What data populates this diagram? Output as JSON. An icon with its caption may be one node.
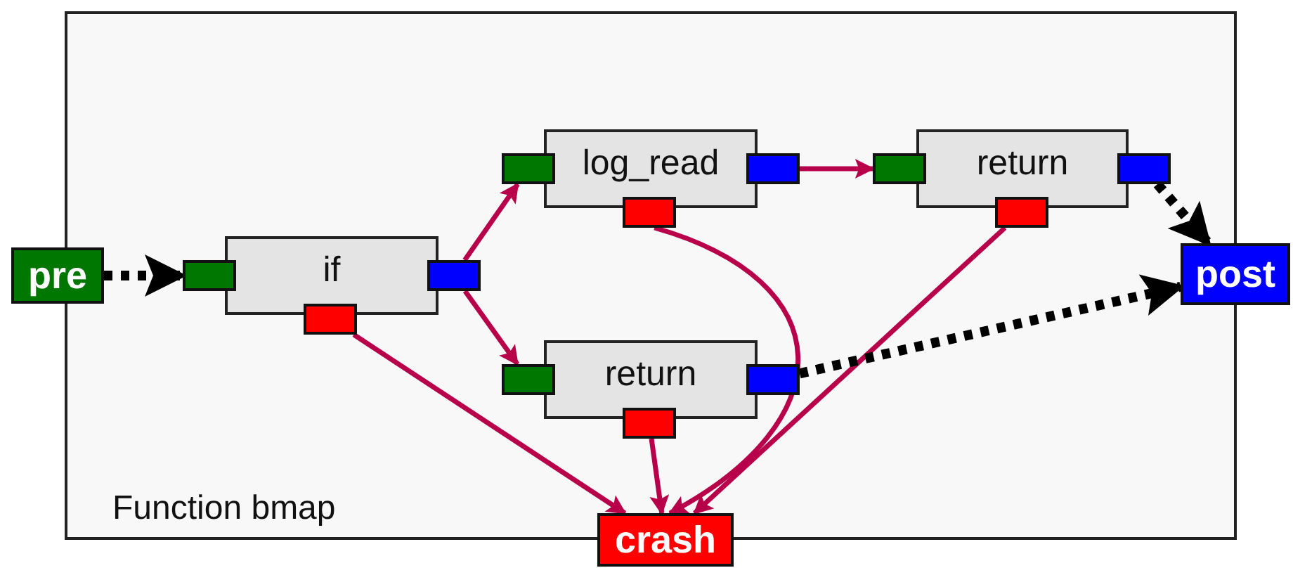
{
  "diagram": {
    "nodes": [
      {
        "text": [
          "Function bmap"
        ]
      },
      {
        "text": [
          "pre"
        ]
      },
      {
        "text": [
          "if"
        ],
        "in": 0
      },
      {
        "text": [],
        "shape": "box",
        "in": 0
      },
      {
        "text": [],
        "shape": "box",
        "in": 0
      },
      {
        "text": [],
        "shape": "box",
        "in": 0
      },
      {
        "text": [
          "log_read"
        ],
        "in": 0
      },
      {
        "text": [],
        "shape": "box",
        "in": 0
      },
      {
        "text": [],
        "shape": "box",
        "in": 0
      },
      {
        "text": [],
        "shape": "box",
        "in": 0
      },
      {
        "text": [
          "return"
        ],
        "in": 0
      },
      {
        "text": [],
        "shape": "box",
        "in": 0
      },
      {
        "text": [],
        "shape": "box",
        "in": 0
      },
      {
        "text": [],
        "shape": "box",
        "in": 0
      },
      {
        "text": [
          "return"
        ],
        "in": 0
      },
      {
        "text": [],
        "shape": "box",
        "in": 0
      },
      {
        "text": [],
        "shape": "box",
        "in": 0
      },
      {
        "text": [],
        "shape": "box",
        "in": 0
      },
      {
        "text": [
          "post"
        ]
      },
      {
        "text": [
          "crash"
        ]
      }
    ],
    "edges": [
      {
        "from": 1,
        "to": 3,
        "arrow": "to",
        "style": "dashed",
        "color": "#000000"
      },
      {
        "from": 4,
        "to": 7,
        "arrow": "to"
      },
      {
        "from": 4,
        "to": 15,
        "arrow": "to"
      },
      {
        "from": 5,
        "to": 19,
        "arrow": "to"
      },
      {
        "from": 8,
        "to": 11,
        "arrow": "to"
      },
      {
        "from": 9,
        "to": 19,
        "arrow": "to"
      },
      {
        "from": 13,
        "to": 19,
        "arrow": "to"
      },
      {
        "from": 17,
        "to": 19,
        "arrow": "to"
      },
      {
        "from": 12,
        "to": 18,
        "arrow": "to",
        "style": "dashed",
        "color": "#000000"
      },
      {
        "from": 16,
        "to": 18,
        "arrow": "to",
        "style": "dashed",
        "color": "#000000"
      }
    ]
  }
}
